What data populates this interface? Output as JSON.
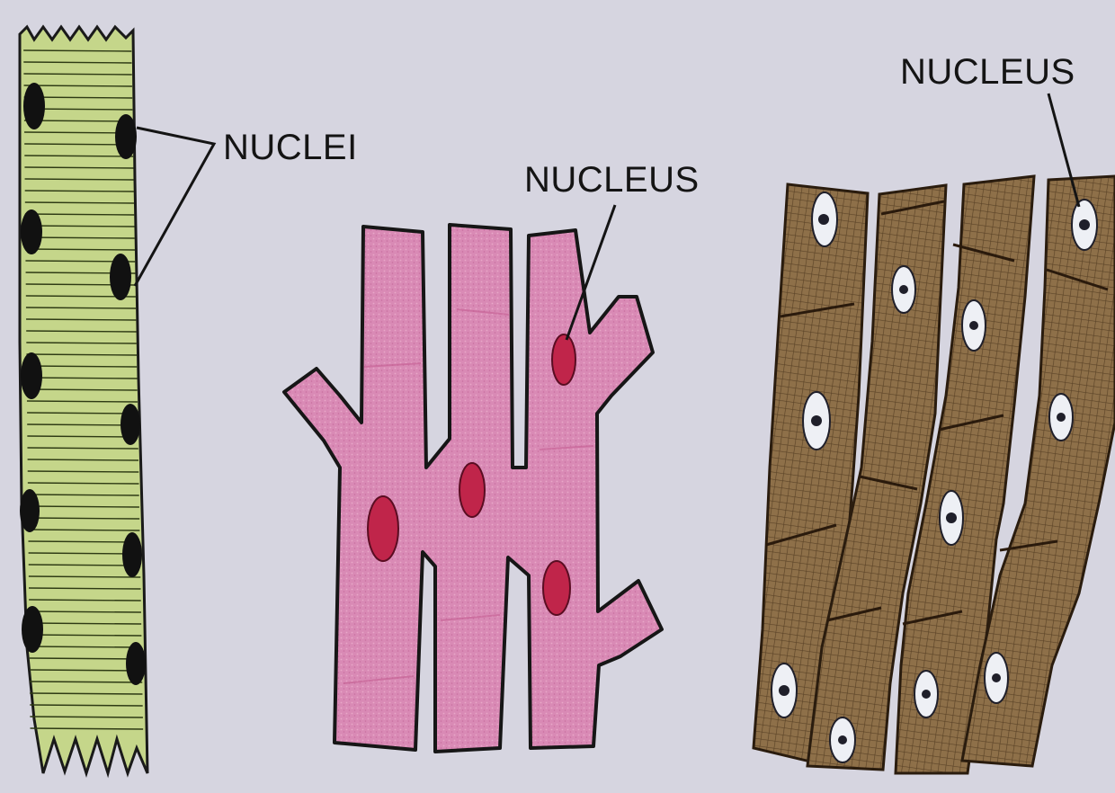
{
  "labels": {
    "skeletal": "NUCLEI",
    "smooth_branching": "NUCLEUS",
    "cardiac": "NUCLEUS"
  },
  "colors": {
    "background": "#d6d5e0",
    "skeletal_fill": "#c5d68a",
    "skeletal_nucleus": "#111111",
    "pink_fill": "#d886b2",
    "pink_nucleus": "#c0254a",
    "brown_fill": "#8a6b45",
    "brown_hatch": "#5b4327",
    "outline": "#1a1a1a"
  }
}
